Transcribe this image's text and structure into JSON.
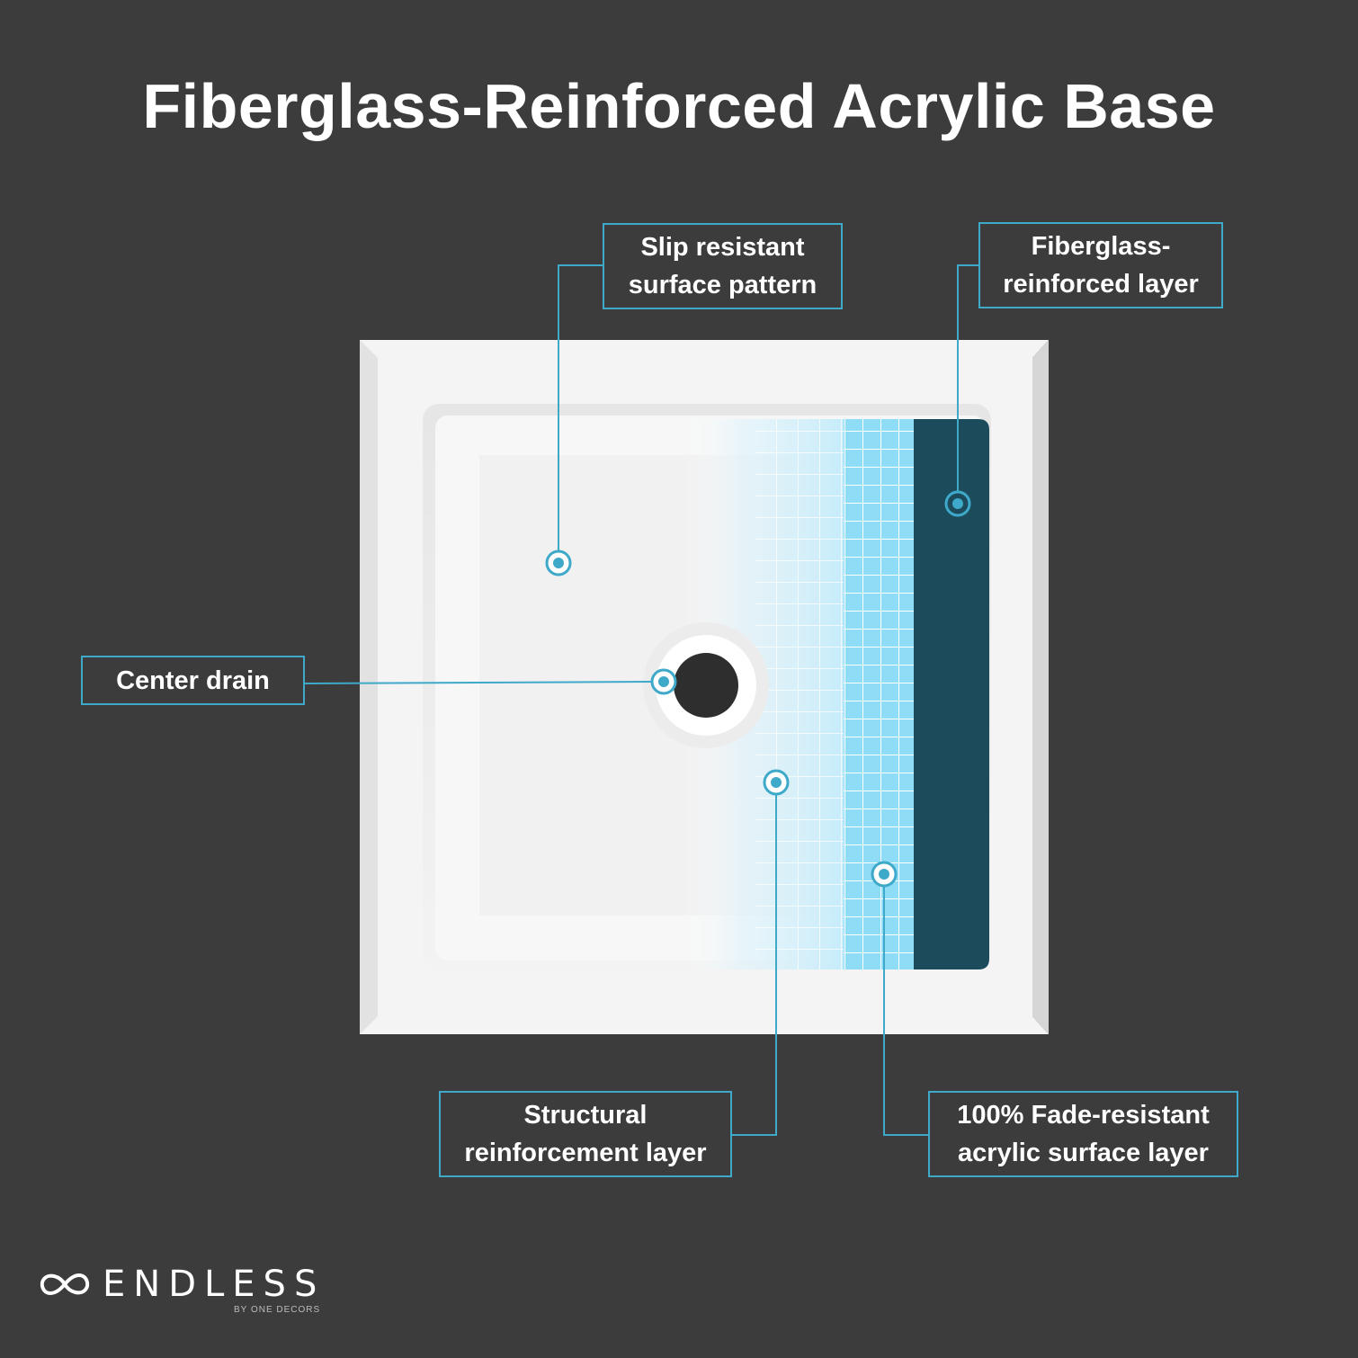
{
  "title": "Fiberglass-Reinforced Acrylic Base",
  "callouts": {
    "slip_line1": "Slip resistant",
    "slip_line2": "surface pattern",
    "fiber_line1": "Fiberglass-",
    "fiber_line2": "reinforced layer",
    "drain": "Center drain",
    "struct_line1": "Structural",
    "struct_line2": "reinforcement layer",
    "fade_line1": "100% Fade-resistant",
    "fade_line2": "acrylic surface layer"
  },
  "brand": {
    "name": "ENDLESS",
    "sub": "BY ONE DECORS",
    "logo_icon": "infinity-icon"
  },
  "colors": {
    "background": "#3c3c3c",
    "accent": "#3ea9c9",
    "grid_layer": "#8fdcf6",
    "fiberglass_layer": "#1c4c5c"
  }
}
